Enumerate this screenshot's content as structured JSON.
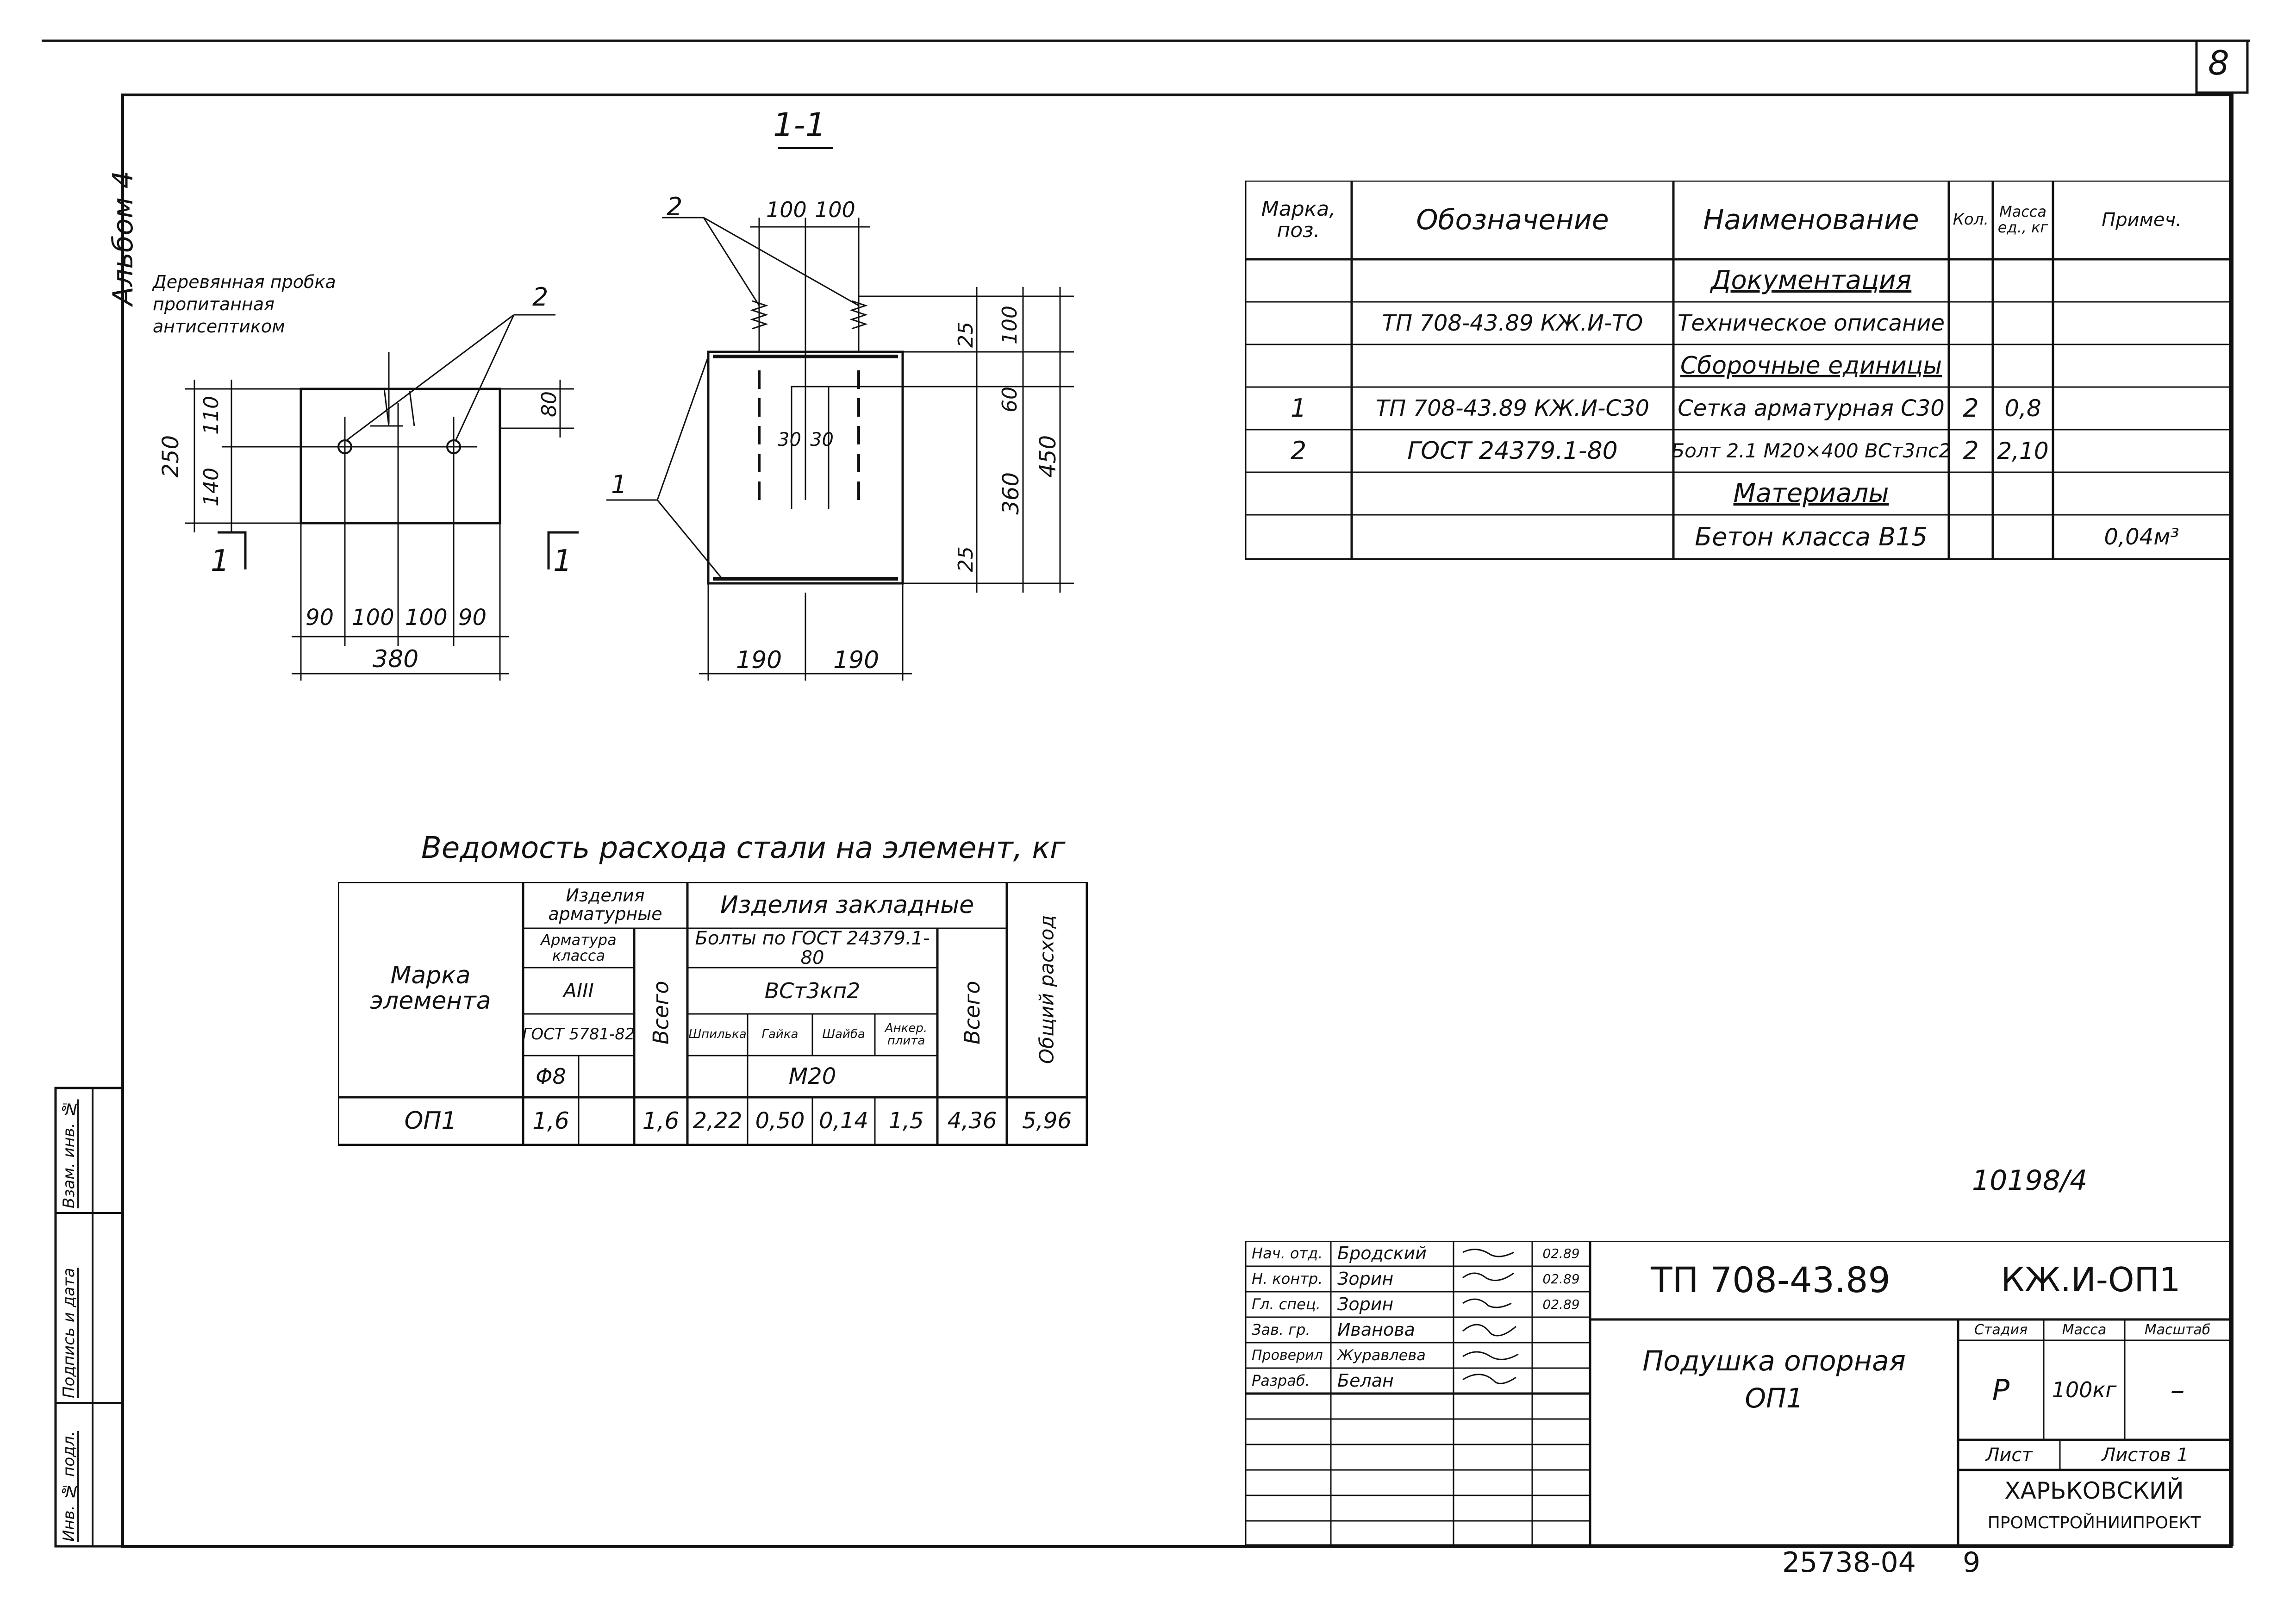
{
  "sheet": {
    "sheet_number": "8",
    "album_label": "Альбом 4",
    "archive_number": "10198/4",
    "bottom_code": "25738-04",
    "bottom_page": "9"
  },
  "side_stamp": {
    "inv_podl": "Инв. № подл.",
    "podpis_data": "Подпись и дата",
    "vzam_inv": "Взам. инв. №"
  },
  "plan_view": {
    "label_plug": "Деревянная пробка",
    "label_plug_2": "пропитанная",
    "label_plug_3": "антисептиком",
    "callout_bolt": "2",
    "dim_height_total": "250",
    "dim_top": "110",
    "dim_bottom": "140",
    "dim_right": "80",
    "dim_b1": "90",
    "dim_b2": "100",
    "dim_b3": "100",
    "dim_b4": "90",
    "dim_width_total": "380",
    "section_mark": "1"
  },
  "section_view": {
    "title": "1-1",
    "callout_bolt": "2",
    "callout_mesh": "1",
    "dim_top_1": "100",
    "dim_top_2": "100",
    "dim_r_25a": "25",
    "dim_r_100": "100",
    "dim_r_60": "60",
    "dim_r_360": "360",
    "dim_r_450": "450",
    "dim_r_25b": "25",
    "dim_30a": "30",
    "dim_30b": "30",
    "dim_bot_1": "190",
    "dim_bot_2": "190"
  },
  "spec_table": {
    "headers": {
      "mark": "Марка, поз.",
      "designation": "Обозначение",
      "name": "Наименование",
      "qty": "Кол.",
      "mass": "Масса ед., кг",
      "note": "Примеч."
    },
    "rows": [
      {
        "mark": "",
        "designation": "",
        "name": "Документация",
        "qty": "",
        "mass": "",
        "note": "",
        "section": true
      },
      {
        "mark": "",
        "designation": "ТП 708-43.89  КЖ.И-ТО",
        "name": "Техническое описание",
        "qty": "",
        "mass": "",
        "note": ""
      },
      {
        "mark": "",
        "designation": "",
        "name": "Сборочные единицы",
        "qty": "",
        "mass": "",
        "note": "",
        "section": true
      },
      {
        "mark": "1",
        "designation": "ТП 708-43.89  КЖ.И-С30",
        "name": "Сетка арматурная С30",
        "qty": "2",
        "mass": "0,8",
        "note": ""
      },
      {
        "mark": "2",
        "designation": "ГОСТ 24379.1-80",
        "name": "Болт 2.1 М20×400 ВСт3пс2",
        "qty": "2",
        "mass": "2,10",
        "note": ""
      },
      {
        "mark": "",
        "designation": "",
        "name": "Материалы",
        "qty": "",
        "mass": "",
        "note": "",
        "section": true
      },
      {
        "mark": "",
        "designation": "",
        "name": "Бетон класса В15",
        "qty": "",
        "mass": "",
        "note": "0,04м³"
      }
    ]
  },
  "steel_table": {
    "title": "Ведомость расхода стали на элемент, кг",
    "h_mark": "Марка элемента",
    "h_rebar_group": "Изделия арматурные",
    "h_rebar_class": "Арматура класса",
    "h_rebar_class_val": "AIII",
    "h_rebar_gost": "ГОСТ 5781-82",
    "h_rebar_dia": "Φ8",
    "h_rebar_total": "Всего",
    "h_embed_group": "Изделия закладные",
    "h_bolts": "Болты по ГОСТ 24379.1-80",
    "h_steel": "ВСт3кп2",
    "h_stud": "Шпилька",
    "h_nut": "Гайка",
    "h_washer": "Шайба",
    "h_anchor": "Анкер. плита",
    "h_m20": "М20",
    "h_embed_total": "Всего",
    "h_grand": "Общий расход",
    "row": {
      "mark": "ОП1",
      "dia": "1,6",
      "blank": "",
      "rebar_total": "1,6",
      "stud": "2,22",
      "nut": "0,50",
      "washer": "0,14",
      "anchor": "1,5",
      "embed_total": "4,36",
      "grand": "5,96"
    }
  },
  "title_block": {
    "people": [
      {
        "role": "Нач. отд.",
        "name": "Бродский",
        "date": "02.89"
      },
      {
        "role": "Н. контр.",
        "name": "Зорин",
        "date": "02.89"
      },
      {
        "role": "Гл. спец.",
        "name": "Зорин",
        "date": "02.89"
      },
      {
        "role": "Зав. гр.",
        "name": "Иванова",
        "date": ""
      },
      {
        "role": "Проверил",
        "name": "Журавлева",
        "date": ""
      },
      {
        "role": "Разраб.",
        "name": "Белан",
        "date": ""
      }
    ],
    "project_code": "ТП 708-43.89",
    "doc_code": "КЖ.И-ОП1",
    "item_name": "Подушка опорная",
    "item_mark": "ОП1",
    "h_stage": "Стадия",
    "h_mass": "Масса",
    "h_scale": "Масштаб",
    "stage": "Р",
    "mass": "100кг",
    "scale": "–",
    "sheet_label": "Лист",
    "sheets_label": "Листов 1",
    "org_1": "ХАРЬКОВСКИЙ",
    "org_2": "ПРОМСТРОЙНИИПРОЕКТ"
  }
}
